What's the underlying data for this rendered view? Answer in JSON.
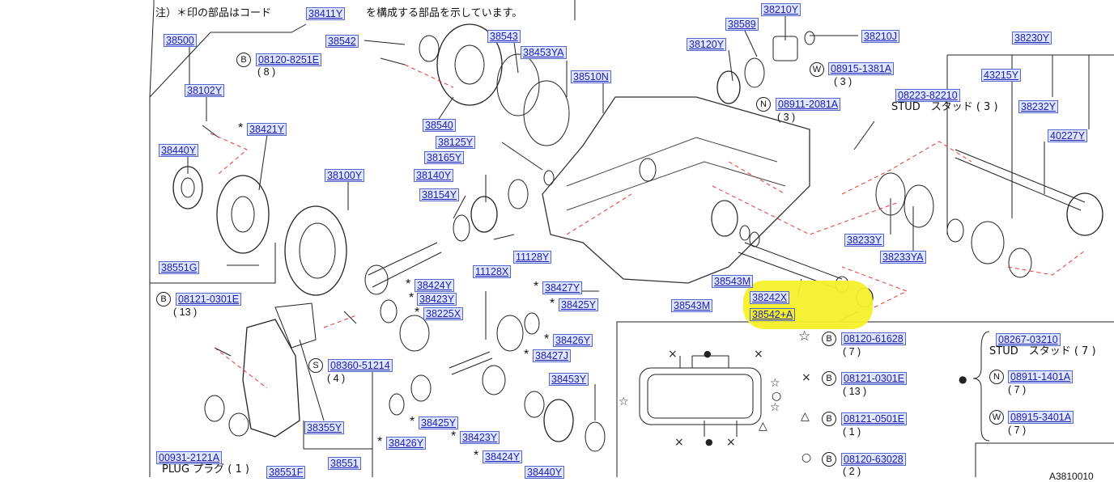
{
  "header_note": {
    "prefix": "注）＊印の部品はコード",
    "code": "38411Y",
    "suffix": "を構成する部品を示しています。"
  },
  "part_labels": [
    "38500",
    "38542",
    "38543",
    "38453YA",
    "38510N",
    "38210Y",
    "38589",
    "38210J",
    "38120Y",
    "38230Y",
    "08120-8251E",
    "38102Y",
    "38421Y",
    "38440Y",
    "38540",
    "38125Y",
    "38165Y",
    "38140Y",
    "38154Y",
    "38100Y",
    "08915-1381A",
    "08911-2081A",
    "08223-82210",
    "43215Y",
    "38232Y",
    "40227Y",
    "38551G",
    "11128Y",
    "11128X",
    "38233Y",
    "38233YA",
    "08121-0301E",
    "38424Y",
    "38423Y",
    "38225X",
    "38427Y",
    "38425Y",
    "38543M",
    "38242X",
    "38543M",
    "38542+A",
    "38426Y",
    "38427J",
    "38453Y",
    "08360-51214",
    "38355Y",
    "38425Y",
    "38426Y",
    "38423Y",
    "38424Y",
    "38440Y",
    "00931-2121A",
    "38551F",
    "38551",
    "08120-61628",
    "08121-0301E",
    "08121-0501E",
    "08120-63028",
    "08267-03210",
    "08911-1401A",
    "08915-3401A"
  ],
  "qty_texts": [
    "( 8 )",
    "( 3 )",
    "( 3 )",
    "( 13 )",
    "( 4 )",
    "( 7 )",
    "( 13 )",
    "( 1 )",
    "( 2 )",
    "( 7 )",
    "( 7 )"
  ],
  "stud_texts": [
    "STUD　スタッド ( 3 )",
    "STUD　スタッド ( 7 )"
  ],
  "plug_text": "PLUG プラグ ( 1 )",
  "circle_letters": {
    "b": "B",
    "w": "W",
    "n": "N",
    "s": "S"
  },
  "symbols": {
    "star": "☆",
    "cross": "×",
    "triangle": "△",
    "circle": "○",
    "dot": "●",
    "asterisk": "*"
  },
  "diagram_code": "A3810010"
}
